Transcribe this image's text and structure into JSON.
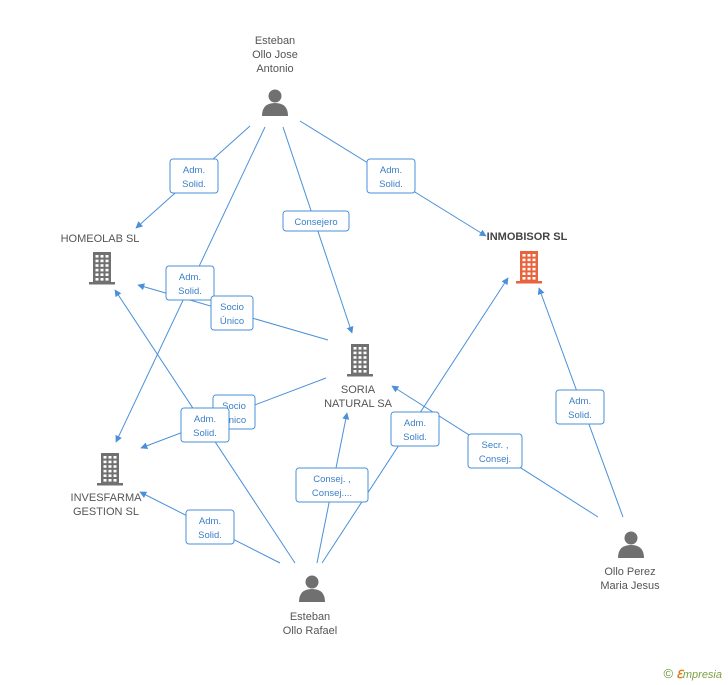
{
  "colors": {
    "edge": "#4a90d9",
    "person": "#707070",
    "company": "#707070",
    "highlight": "#e8643c"
  },
  "nodes": {
    "esteban_jose": {
      "type": "person",
      "lines": [
        "Esteban",
        "Ollo Jose",
        "Antonio"
      ],
      "icon": "person-icon"
    },
    "homeolab": {
      "type": "company",
      "lines": [
        "HOMEOLAB SL"
      ],
      "icon": "building-icon"
    },
    "inmobisor": {
      "type": "company",
      "lines": [
        "INMOBISOR SL"
      ],
      "icon": "building-icon",
      "highlight": true
    },
    "soria": {
      "type": "company",
      "lines": [
        "SORIA",
        "NATURAL SA"
      ],
      "icon": "building-icon"
    },
    "invesfarma": {
      "type": "company",
      "lines": [
        "INVESFARMA",
        "GESTION SL"
      ],
      "icon": "building-icon"
    },
    "esteban_rafael": {
      "type": "person",
      "lines": [
        "Esteban",
        "Ollo Rafael"
      ],
      "icon": "person-icon"
    },
    "ollo_perez": {
      "type": "person",
      "lines": [
        "Ollo Perez",
        "Maria Jesus"
      ],
      "icon": "person-icon"
    }
  },
  "edges": [
    {
      "id": "e1",
      "from": "esteban_jose",
      "to": "homeolab",
      "lines": [
        "Adm.",
        "Solid."
      ]
    },
    {
      "id": "e2",
      "from": "esteban_jose",
      "to": "inmobisor",
      "lines": [
        "Adm.",
        "Solid."
      ]
    },
    {
      "id": "e3",
      "from": "esteban_jose",
      "to": "soria",
      "lines": [
        "Consejero"
      ]
    },
    {
      "id": "e4",
      "from": "esteban_jose",
      "to": "invesfarma",
      "lines": [
        "Adm.",
        "Solid."
      ]
    },
    {
      "id": "e5",
      "from": "soria",
      "to": "homeolab",
      "lines": [
        "Socio",
        "Único"
      ]
    },
    {
      "id": "e6",
      "from": "soria",
      "to": "invesfarma",
      "lines": [
        "Socio",
        "Único"
      ]
    },
    {
      "id": "e7",
      "from": "esteban_rafael",
      "to": "homeolab",
      "lines": [
        "Adm.",
        "Solid."
      ]
    },
    {
      "id": "e8",
      "from": "esteban_rafael",
      "to": "invesfarma",
      "lines": [
        "Adm.",
        "Solid."
      ]
    },
    {
      "id": "e9",
      "from": "esteban_rafael",
      "to": "soria",
      "lines": [
        "Consej. ,",
        "Consej...."
      ]
    },
    {
      "id": "e10",
      "from": "esteban_rafael",
      "to": "inmobisor",
      "lines": [
        "Adm.",
        "Solid."
      ]
    },
    {
      "id": "e11",
      "from": "ollo_perez",
      "to": "soria",
      "lines": [
        "Secr. ,",
        "Consej."
      ]
    },
    {
      "id": "e12",
      "from": "ollo_perez",
      "to": "inmobisor",
      "lines": [
        "Adm.",
        "Solid."
      ]
    }
  ],
  "footer": {
    "copyright": "©",
    "brand_first": "ℇ",
    "brand_rest": "mpresia"
  }
}
